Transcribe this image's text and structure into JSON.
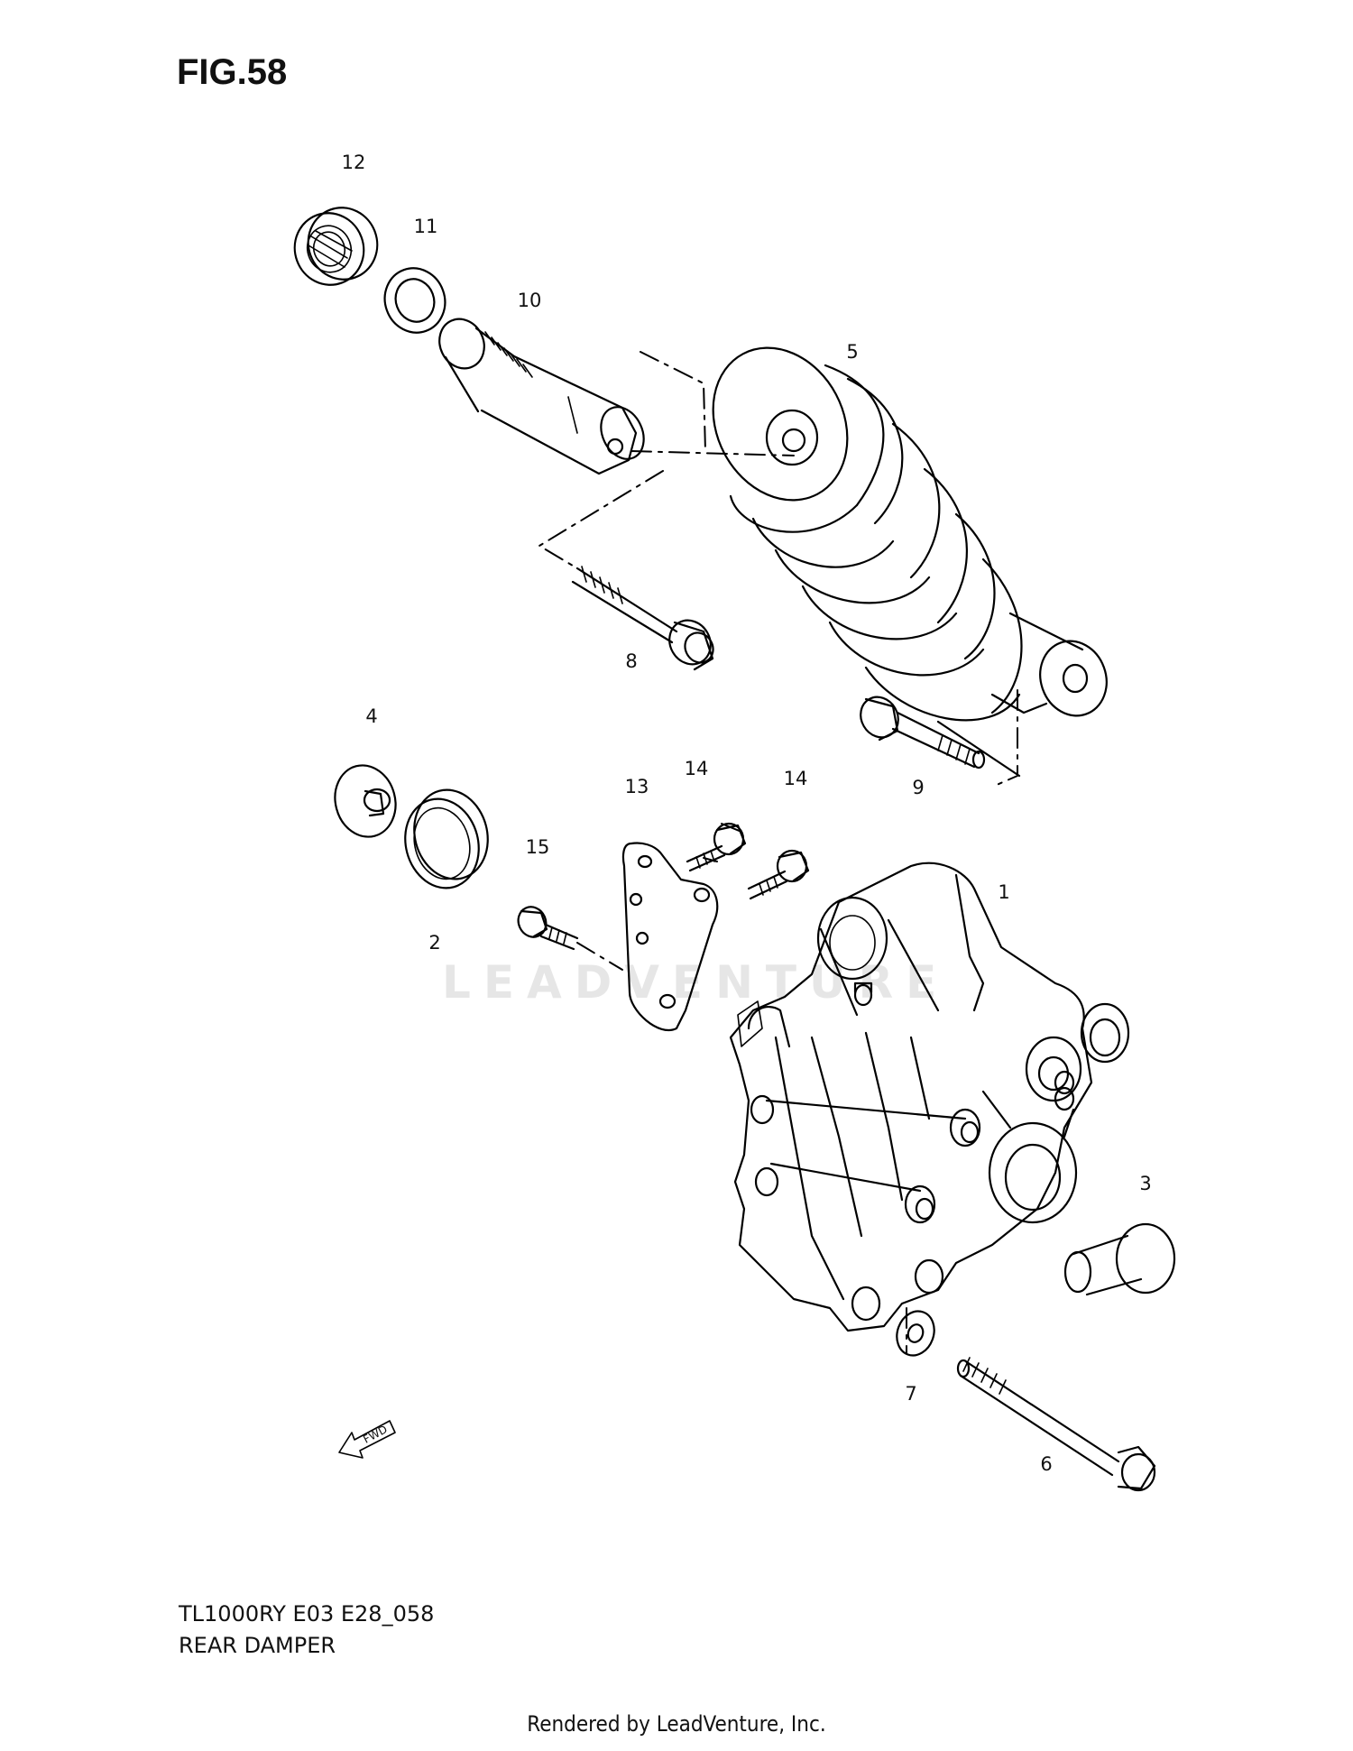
{
  "figure": {
    "title": "FIG.58"
  },
  "callouts": {
    "p1": "1",
    "p2": "2",
    "p3": "3",
    "p4": "4",
    "p5": "5",
    "p6": "6",
    "p7": "7",
    "p8": "8",
    "p9": "9",
    "p10": "10",
    "p11": "11",
    "p12": "12",
    "p13": "13",
    "p14a": "14",
    "p14b": "14",
    "p15": "15"
  },
  "direction_marker": {
    "label": "FWD"
  },
  "caption": {
    "model_code": "TL1000RY E03 E28_058",
    "section": "REAR DAMPER"
  },
  "watermark": {
    "text": "LEADVENTURE"
  },
  "footer": {
    "text": "Rendered by LeadVenture, Inc."
  }
}
